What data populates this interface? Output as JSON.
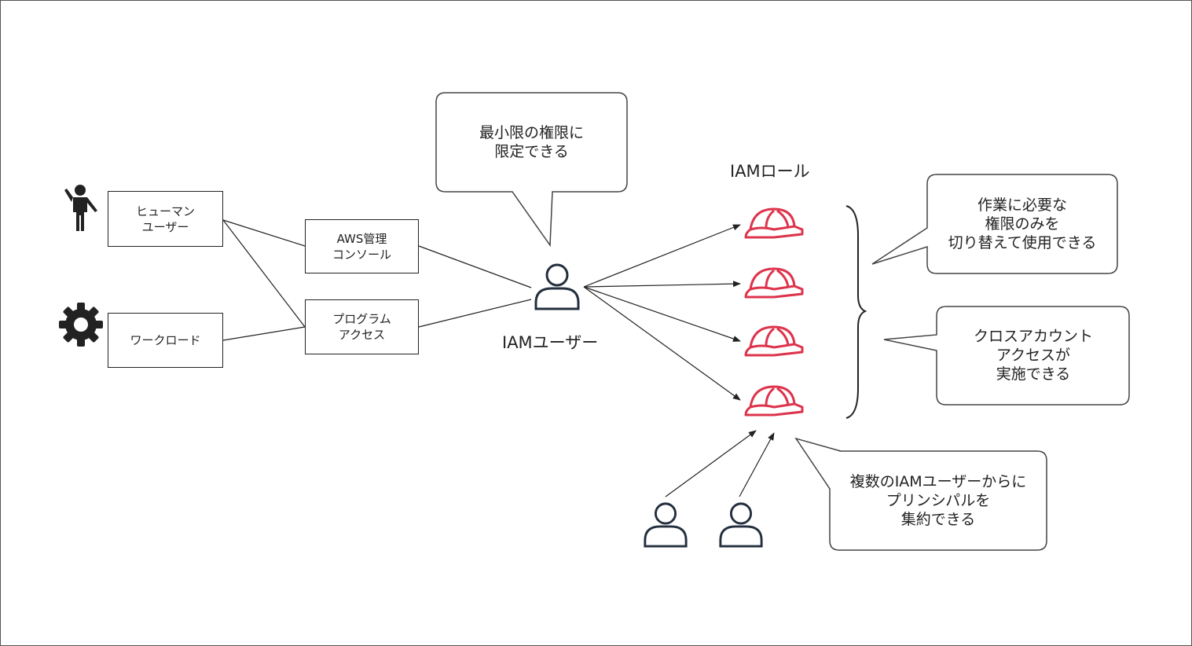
{
  "boxes": {
    "human_users": "ヒューマン\nユーザー",
    "workload": "ワークロード",
    "aws_console": "AWS管理\nコンソール",
    "programmatic_access": "プログラム\nアクセス"
  },
  "labels": {
    "iam_user": "IAMユーザー",
    "iam_role": "IAMロール"
  },
  "callouts": {
    "least_privilege": "最小限の権限に\n限定できる",
    "switch_permissions": "作業に必要な\n権限のみを\n切り替えて使用できる",
    "cross_account": "クロスアカウント\nアクセスが\n実施できる",
    "aggregate_principals": "複数のIAMユーザーからに\nプリンシパルを\n集約できる"
  },
  "colors": {
    "role_icon": "#dd344c",
    "user_icon": "#232f3e",
    "line": "#222222"
  },
  "icons": [
    "person-waving-icon",
    "gear-icon",
    "iam-user-icon",
    "iam-role-helmet-icon"
  ]
}
